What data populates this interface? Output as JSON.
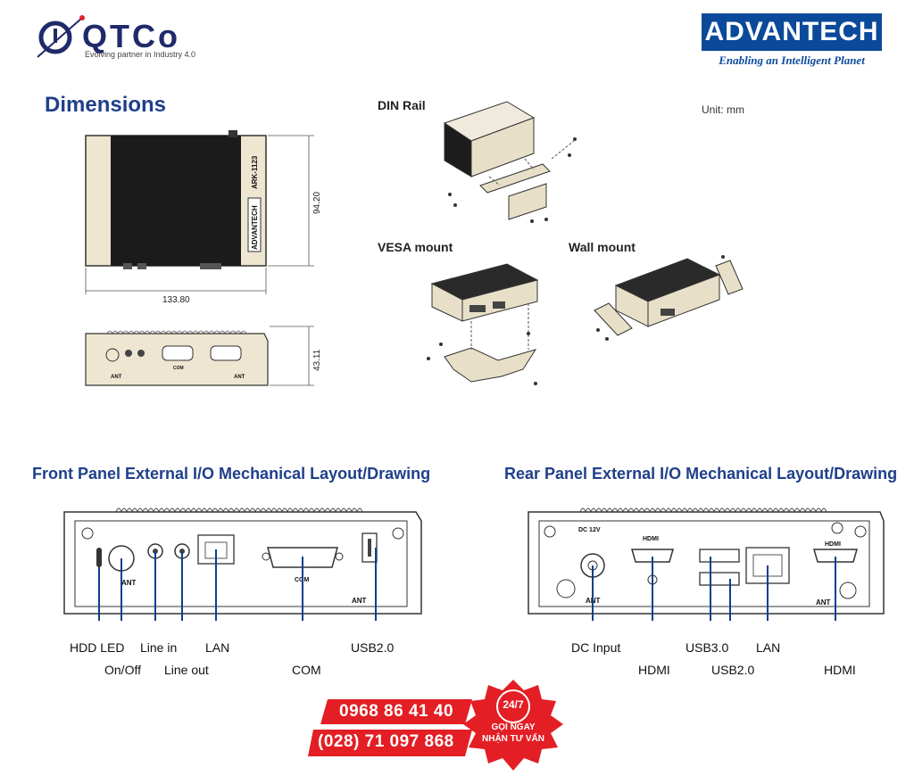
{
  "header": {
    "qtco_brand": "QTCo",
    "qtco_slogan": "Evolving partner in Industry 4.0",
    "advantech_brand": "ADVANTECH",
    "advantech_tagline": "Enabling an Intelligent Planet"
  },
  "dimensions": {
    "title": "Dimensions",
    "unit": "Unit: mm",
    "top_view": {
      "width": "133.80",
      "height": "94.20",
      "model": "ARK-1123",
      "brand": "ADVANTECH"
    },
    "side_view": {
      "height": "43.11",
      "labels": [
        "ANT",
        "COM",
        "ANT"
      ]
    }
  },
  "mounts": {
    "din_rail": "DIN Rail",
    "vesa": "VESA mount",
    "wall": "Wall mount"
  },
  "front_panel": {
    "title": "Front Panel External I/O Mechanical Layout/Drawing",
    "device_labels": {
      "ant": "ANT",
      "com": "COM",
      "ant2": "ANT"
    },
    "callouts": [
      "HDD LED",
      "On/Off",
      "Line in",
      "Line out",
      "LAN",
      "COM",
      "USB2.0"
    ]
  },
  "rear_panel": {
    "title": "Rear Panel External I/O Mechanical Layout/Drawing",
    "device_labels": {
      "dc": "DC 12V",
      "hdmi1": "HDMI",
      "hdmi2": "HDMI",
      "ant": "ANT",
      "ant2": "ANT"
    },
    "callouts": [
      "DC Input",
      "HDMI",
      "USB3.0",
      "USB2.0",
      "LAN",
      "HDMI"
    ]
  },
  "promo": {
    "phone_mobile": "0968 86 41 40",
    "phone_landline": "(028) 71 097 868",
    "badge_247": "24/7",
    "badge_line1": "GỌI NGAY",
    "badge_line2": "NHẬN TƯ VẤN"
  },
  "colors": {
    "title_blue": "#1f3f8a",
    "advantech_blue": "#0b4a9a",
    "callout_line": "#0d3f8f",
    "promo_red": "#e31e24"
  }
}
